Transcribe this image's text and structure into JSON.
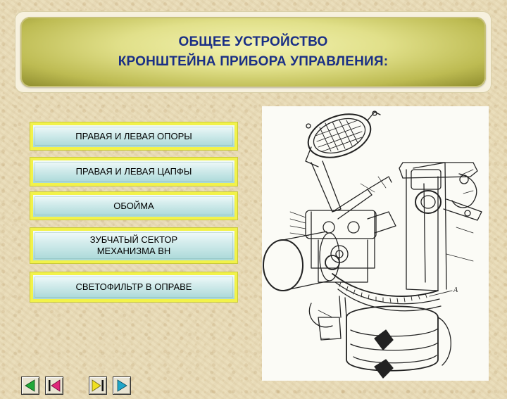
{
  "title": {
    "line1": "ОБЩЕЕ УСТРОЙСТВО",
    "line2": "КРОНШТЕЙНА ПРИБОРА УПРАВЛЕНИЯ:"
  },
  "menu": {
    "items": [
      {
        "label": "ПРАВАЯ И ЛЕВАЯ ОПОРЫ"
      },
      {
        "label": "ПРАВАЯ И ЛЕВАЯ ЦАПФЫ"
      },
      {
        "label": "ОБОЙМА"
      },
      {
        "label": "ЗУБЧАТЫЙ СЕКТОР\nМЕХАНИЗМА ВН"
      },
      {
        "label": "СВЕТОФИЛЬТР В ОПРАВЕ"
      }
    ]
  },
  "diagram": {
    "callout_a": "A"
  },
  "colors": {
    "title_text": "#1a2f85",
    "button_border": "#f2f24a",
    "nav_green": "#21a83a",
    "nav_magenta": "#e0267a",
    "nav_yellow": "#f0e020",
    "nav_cyan": "#1fa6c9"
  },
  "nav": {
    "icons": [
      "first-slide-icon",
      "previous-slide-icon",
      "next-slide-icon",
      "last-slide-icon"
    ]
  }
}
